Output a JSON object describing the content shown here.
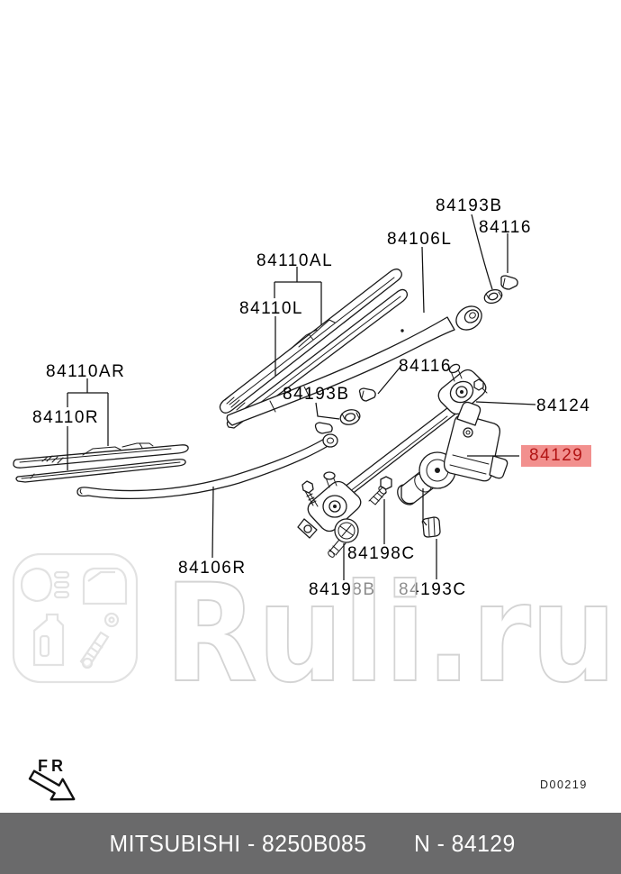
{
  "theme": {
    "highlight_bg": "#F2908E",
    "highlight_text": "#B21414",
    "footer_bg": "#6A6A6B",
    "line_color": "#1A1A1A",
    "watermark_color": "#D6D6D6"
  },
  "callouts": {
    "c84193b_top": {
      "text": "84193B"
    },
    "c84116_top": {
      "text": "84116"
    },
    "c84106l": {
      "text": "84106L"
    },
    "c84110al": {
      "text": "84110AL"
    },
    "c84110l": {
      "text": "84110L"
    },
    "c84110ar": {
      "text": "84110AR"
    },
    "c84110r": {
      "text": "84110R"
    },
    "c84116_mid": {
      "text": "84116"
    },
    "c84193b_mid": {
      "text": "84193B"
    },
    "c84124": {
      "text": "84124"
    },
    "c84129": {
      "text": "84129",
      "highlighted": true
    },
    "c84106r": {
      "text": "84106R"
    },
    "c84198c": {
      "text": "84198C"
    },
    "c84198b": {
      "text": "84198B"
    },
    "c84193c": {
      "text": "84193C"
    }
  },
  "corner": {
    "fr_label": "FR",
    "drawing_code": "D00219"
  },
  "watermark": {
    "text": "Ruli.ru",
    "logo_icons": [
      "headlight-icon",
      "car-door-icon",
      "oil-canister-icon",
      "shock-absorber-icon"
    ]
  },
  "footer": {
    "left": "MITSUBISHI - 8250B085",
    "right": "N - 84129"
  }
}
